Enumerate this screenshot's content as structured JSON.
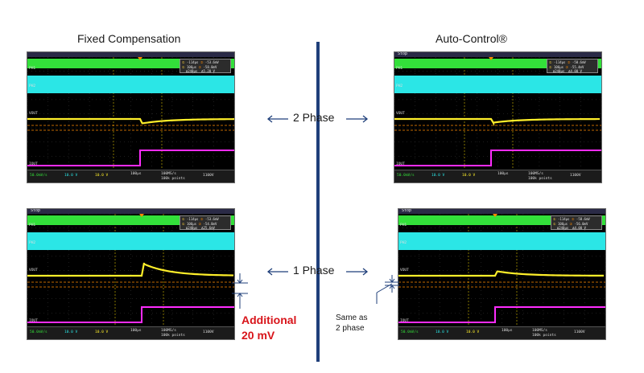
{
  "titles": {
    "left": "Fixed Compensation",
    "right": "Auto-Control®"
  },
  "center_labels": {
    "row1": "2 Phase",
    "row2": "1 Phase"
  },
  "annotations": {
    "additional_line1": "Additional",
    "additional_line2": "20 mV",
    "same_line1": "Same as",
    "same_line2": "2 phase"
  },
  "colors": {
    "ch1": "#33e03a",
    "ch2": "#2be6e6",
    "ch3": "#ffef2a",
    "ch4": "#ff2cff",
    "divider": "#1f3f7a",
    "highlight": "#d8141a"
  },
  "scopes": [
    {
      "stop": "",
      "labels": {
        "ch1": "PH1",
        "ch2": "PH2",
        "ch3": "VOUT",
        "ch4": "IOUT"
      },
      "readout": [
        {
          "a": "-114µs",
          "b": "-53.6mV"
        },
        {
          "a": "106µs",
          "b": "-58.8mV"
        },
        {
          "a": "Δ240µs",
          "b": "Δ5.20 V"
        }
      ],
      "footer": {
        "ch1": "50.0mV/s",
        "ch2": "10.0 V",
        "ch3": "10.0 V",
        "timebase": "100µs",
        "samplerate": "100MS/s",
        "points": "100k points",
        "trigger": "1100V"
      }
    },
    {
      "stop": "Stop",
      "labels": {
        "ch1": "PH1",
        "ch2": "PH2",
        "ch3": "VOUT",
        "ch4": "IOUT"
      },
      "readout": [
        {
          "a": "-114µs",
          "b": "-58.6mV"
        },
        {
          "a": "106µs",
          "b": "-55.4mV"
        },
        {
          "a": "Δ240µs",
          "b": "Δ4.00 V"
        }
      ],
      "footer": {
        "ch1": "50.0mV/s",
        "ch2": "10.0 V",
        "ch3": "10.0 V",
        "timebase": "100µs",
        "samplerate": "100MS/s",
        "points": "100k points",
        "trigger": "1100V"
      }
    },
    {
      "stop": "Stop",
      "labels": {
        "ch1": "PH1",
        "ch2": "PH2",
        "ch3": "VOUT",
        "ch4": "IOUT"
      },
      "readout": [
        {
          "a": "-114µs",
          "b": "-53.6mV"
        },
        {
          "a": "106µs",
          "b": "-54.8mV"
        },
        {
          "a": "Δ240µs",
          "b": "Δ25.6mV"
        }
      ],
      "footer": {
        "ch1": "50.0mV/s",
        "ch2": "10.0 V",
        "ch3": "10.0 V",
        "timebase": "100µs",
        "samplerate": "100MS/s",
        "points": "100k points",
        "trigger": "1100V"
      }
    },
    {
      "stop": "Stop",
      "labels": {
        "ch1": "PH1",
        "ch2": "PH2",
        "ch3": "VOUT",
        "ch4": "IOUT"
      },
      "readout": [
        {
          "a": "-114µs",
          "b": "-58.6mV"
        },
        {
          "a": "106µs",
          "b": "-56.0mV"
        },
        {
          "a": "Δ240µs",
          "b": "Δ4.00 V"
        }
      ],
      "footer": {
        "ch1": "50.0mV/s",
        "ch2": "10.0 V",
        "ch3": "10.0 V",
        "timebase": "100µs",
        "samplerate": "100MS/s",
        "points": "100k points",
        "trigger": "1100V"
      }
    }
  ]
}
